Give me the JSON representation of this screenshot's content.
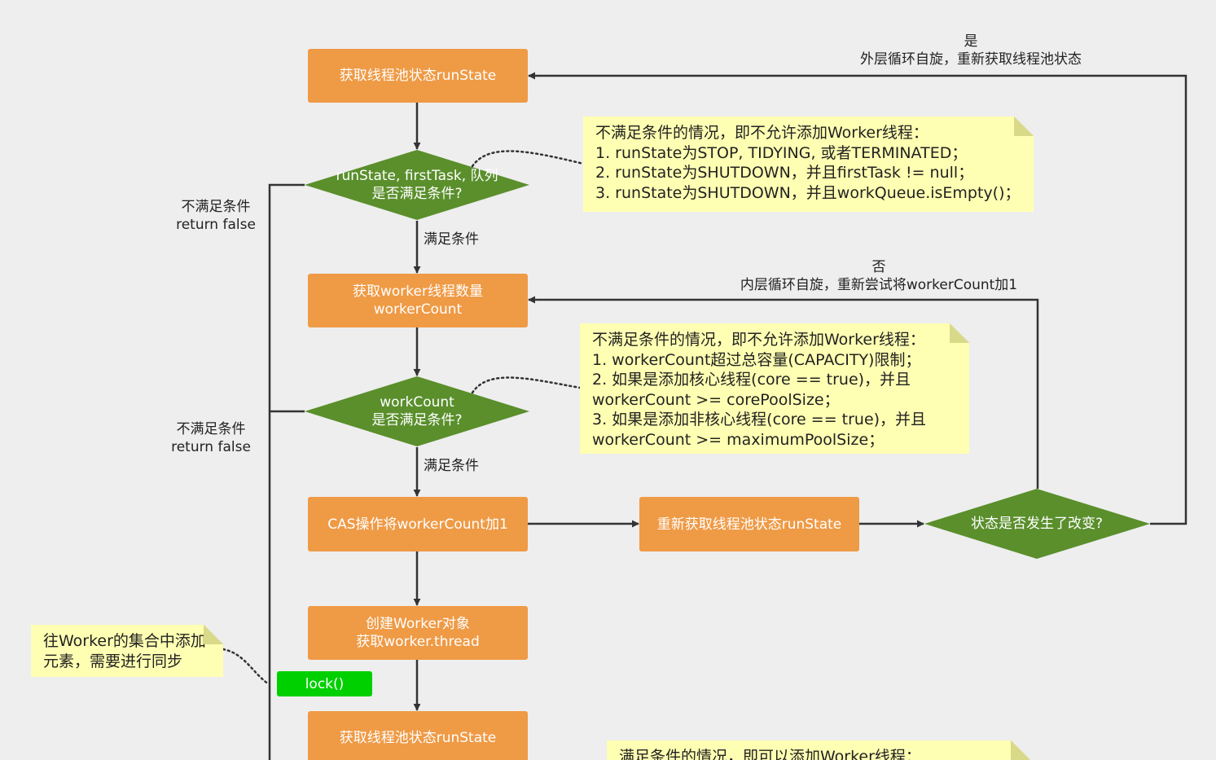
{
  "colors": {
    "process_box": "#ef9a45",
    "decision_diamond": "#5a8f2c",
    "note_bg": "#ffffb3",
    "lock_box": "#00d000",
    "line": "#333333",
    "background": "#eeeeee"
  },
  "nodes": {
    "get_run_state": "获取线程池状态runState",
    "check_run_state": [
      "runState, firstTask, 队列",
      "是否满足条件?"
    ],
    "get_worker_count": [
      "获取worker线程数量",
      "workerCount"
    ],
    "check_worker_count": [
      "workCount",
      "是否满足条件?"
    ],
    "cas_increment": "CAS操作将workerCount加1",
    "reget_run_state": "重新获取线程池状态runState",
    "state_changed": "状态是否发生了改变?",
    "create_worker": [
      "创建Worker对象",
      "获取worker.thread"
    ],
    "lock": "lock()",
    "get_run_state_2": "获取线程池状态runState"
  },
  "edge_labels": {
    "satisfied_1": "满足条件",
    "satisfied_2": "满足条件",
    "unsatisfied_1": [
      "不满足条件",
      "return false"
    ],
    "unsatisfied_2": [
      "不满足条件",
      "return false"
    ],
    "outer_loop": [
      "是",
      "外层循环自旋，重新获取线程池状态"
    ],
    "inner_loop": [
      "否",
      "内层循环自旋，重新尝试将workerCount加1"
    ]
  },
  "notes": {
    "run_state_conditions": [
      "不满足条件的情况，即不允许添加Worker线程：",
      "1. runState为STOP, TIDYING, 或者TERMINATED；",
      "2. runState为SHUTDOWN，并且firstTask != null；",
      "3. runState为SHUTDOWN，并且workQueue.isEmpty()；"
    ],
    "worker_count_conditions": [
      "不满足条件的情况，即不允许添加Worker线程：",
      "1. workerCount超过总容量(CAPACITY)限制；",
      "2. 如果是添加核心线程(core == true)，并且",
      "workerCount >= corePoolSize；",
      "3. 如果是添加非核心线程(core == true)，并且",
      "workerCount >= maximumPoolSize；"
    ],
    "sync_note": [
      "往Worker的集合中添加",
      "元素，需要进行同步"
    ],
    "bottom_note": [
      "满足条件的情况，即可以添加Worker线程："
    ]
  }
}
